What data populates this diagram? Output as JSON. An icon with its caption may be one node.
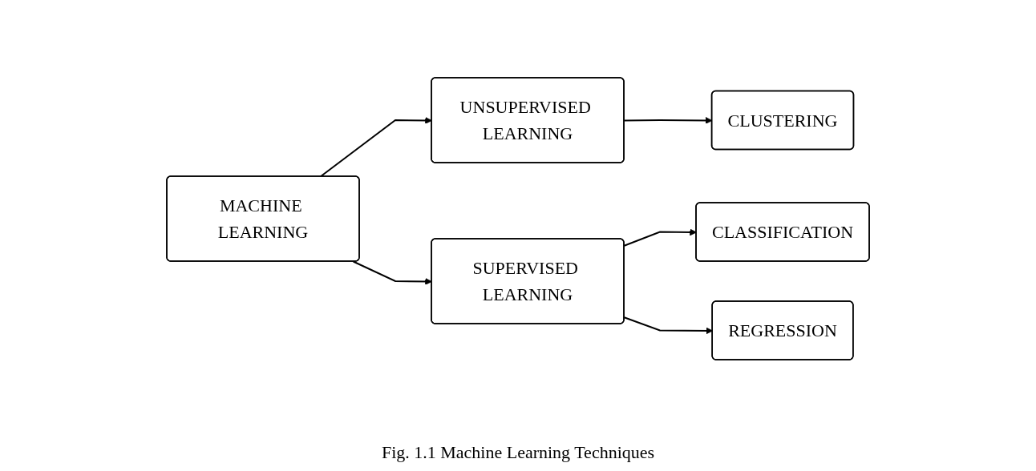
{
  "diagram": {
    "caption": "Fig. 1.1 Machine Learning Techniques",
    "nodes": [
      {
        "text": [
          "MACHINE LEARNING"
        ]
      },
      {
        "text": [
          "UNSUPERVISED LEARNING"
        ]
      },
      {
        "text": [
          "CLUSTERING"
        ]
      },
      {
        "text": [
          "SUPERVISED LEARNING"
        ]
      },
      {
        "text": [
          "CLASSIFICATION"
        ]
      },
      {
        "text": [
          "REGRESSION"
        ]
      }
    ],
    "edges": [
      {
        "from": 0,
        "to": 1,
        "arrow": "to"
      },
      {
        "from": 1,
        "to": 2,
        "arrow": "to"
      },
      {
        "from": 0,
        "to": 3,
        "arrow": "to"
      },
      {
        "from": 3,
        "to": 4,
        "arrow": "to"
      },
      {
        "from": 3,
        "to": 5,
        "arrow": "to"
      }
    ]
  }
}
